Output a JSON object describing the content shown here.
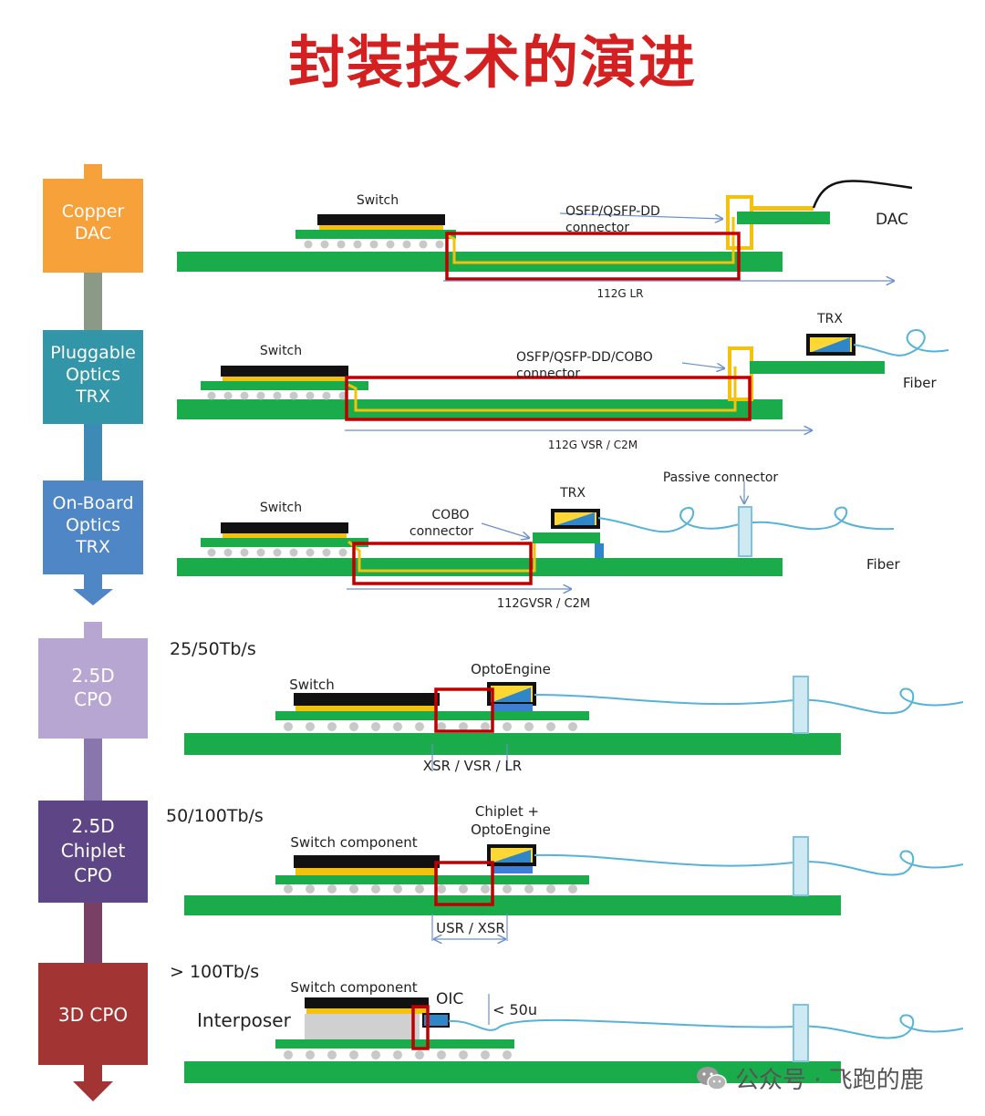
{
  "title": "封装技术的演进",
  "stages": [
    {
      "label": [
        "Copper",
        "DAC"
      ],
      "color": "#f7a13b"
    },
    {
      "label": [
        "Pluggable",
        "Optics",
        "TRX"
      ],
      "color": "#3296a8"
    },
    {
      "label": [
        "On-Board",
        "Optics",
        "TRX"
      ],
      "color": "#4f86c6"
    },
    {
      "label": [
        "2.5D",
        "CPO"
      ],
      "color": "#b7a6d1"
    },
    {
      "label": [
        "2.5D",
        "Chiplet",
        "CPO"
      ],
      "color": "#5e4585"
    },
    {
      "label": [
        "3D CPO"
      ],
      "color": "#a33434"
    }
  ],
  "rows": [
    {
      "switch": "Switch",
      "connector": [
        "OSFP/QSFP-DD",
        "connector"
      ],
      "end": "DAC",
      "link": "112G LR"
    },
    {
      "switch": "Switch",
      "connector": [
        "OSFP/QSFP-DD/COBO",
        "connector"
      ],
      "trx": "TRX",
      "end": "Fiber",
      "link": "112G VSR / C2M"
    },
    {
      "switch": "Switch",
      "connector": [
        "COBO",
        "connector"
      ],
      "trx": "TRX",
      "passive": "Passive connector",
      "end": "Fiber",
      "link": "112GVSR / C2M"
    },
    {
      "bandwidth": "25/50Tb/s",
      "switch": "Switch",
      "engine": [
        "OptoEngine"
      ],
      "link": "XSR / VSR / LR"
    },
    {
      "bandwidth": "50/100Tb/s",
      "switch": "Switch component",
      "engine": [
        "Chiplet +",
        "OptoEngine"
      ],
      "link": "USR / XSR"
    },
    {
      "bandwidth": "> 100Tb/s",
      "switch": "Switch component",
      "oic": "OIC",
      "gap": "< 50u",
      "interposer": "Interposer"
    }
  ],
  "watermark": {
    "text": "公众号 · 飞跑的鹿",
    "icon": "wechat-icon"
  },
  "colors": {
    "title": "#d42020",
    "pcb": "#1aab4a",
    "trace": "#f4c20d",
    "highlight": "#c00000",
    "fiber": "#55b3d8"
  }
}
